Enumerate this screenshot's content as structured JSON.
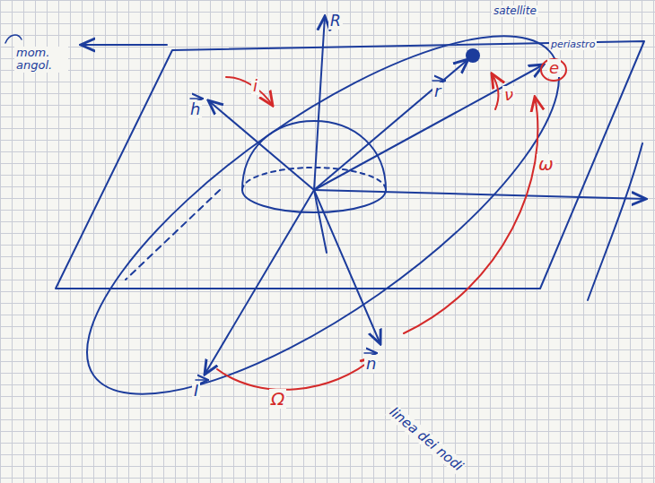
{
  "diagram": {
    "labels": [
      "mom. angol.",
      "R",
      "h",
      "i",
      "r",
      "satellite",
      "periastro",
      "e",
      "ω",
      "ν",
      "Ω",
      "I",
      "n",
      "linea dei nodi"
    ]
  }
}
